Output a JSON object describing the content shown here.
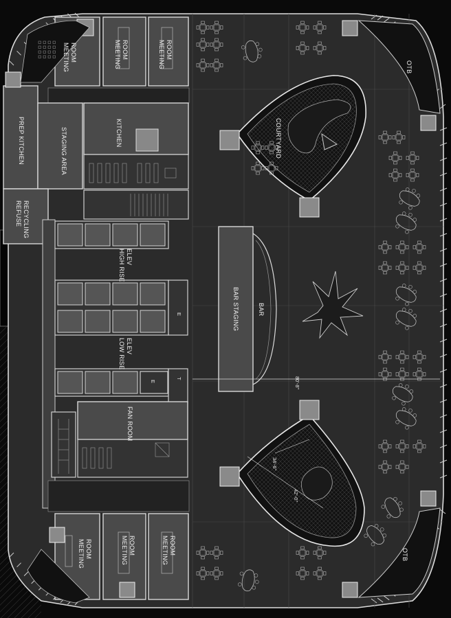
{
  "labels": {
    "meeting_room": "MEETING\nROOM",
    "prep_kitchen": "PREP KITCHEN",
    "staging_area": "STAGING AREA",
    "kitchen": "KITCHEN",
    "refuse_recycling": "REFUSE\nRECYCLING",
    "high_rise_elev": "HIGH RISE\nELEV",
    "low_rise_elev": "LOW RISE\nELEV",
    "fan_room": "FAN ROOM",
    "bar_staging": "BAR STAGING",
    "bar": "BAR",
    "courtyard": "COURTYARD",
    "otb": "OTB",
    "e_mark": "E",
    "t_mark": "T",
    "dim_center": "80'-8\"",
    "dim_court_a": "34'-6\"",
    "dim_court_b": "42'-0\""
  },
  "colors": {
    "background": "#0a0a0a",
    "floor": "#2b2b2b",
    "room_fill": "#4a4a4a",
    "line": "#e0e0e0"
  }
}
